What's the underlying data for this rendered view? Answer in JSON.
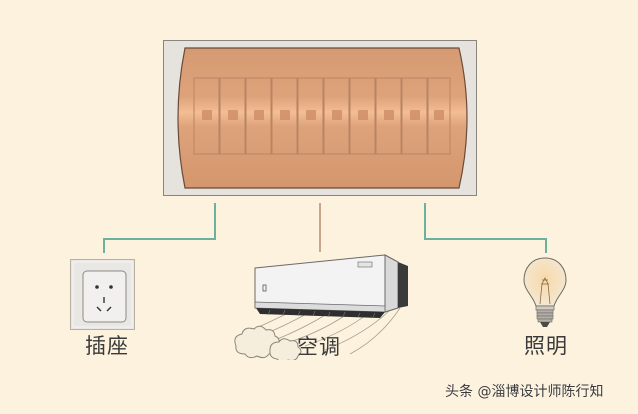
{
  "diagram": {
    "title": "",
    "panel": {
      "name": "distribution-box",
      "breaker_count": 10,
      "colors": {
        "frame": "#e6e3df",
        "frame_border": "#8a857c",
        "body": "#dba07a",
        "body_highlight": "#f0b88e",
        "breaker_line": "#b98463"
      }
    },
    "wire_colors": {
      "left": "#6ab2a0",
      "middle": "#c9a68a",
      "right": "#6ab2a0"
    },
    "circuits": [
      {
        "id": "socket",
        "label": "插座",
        "icon": "power-socket-icon"
      },
      {
        "id": "air-conditioner",
        "label": "空调",
        "icon": "air-conditioner-icon"
      },
      {
        "id": "lighting",
        "label": "照明",
        "icon": "light-bulb-icon"
      }
    ],
    "watermark": "头条 @淄博设计师陈行知"
  }
}
